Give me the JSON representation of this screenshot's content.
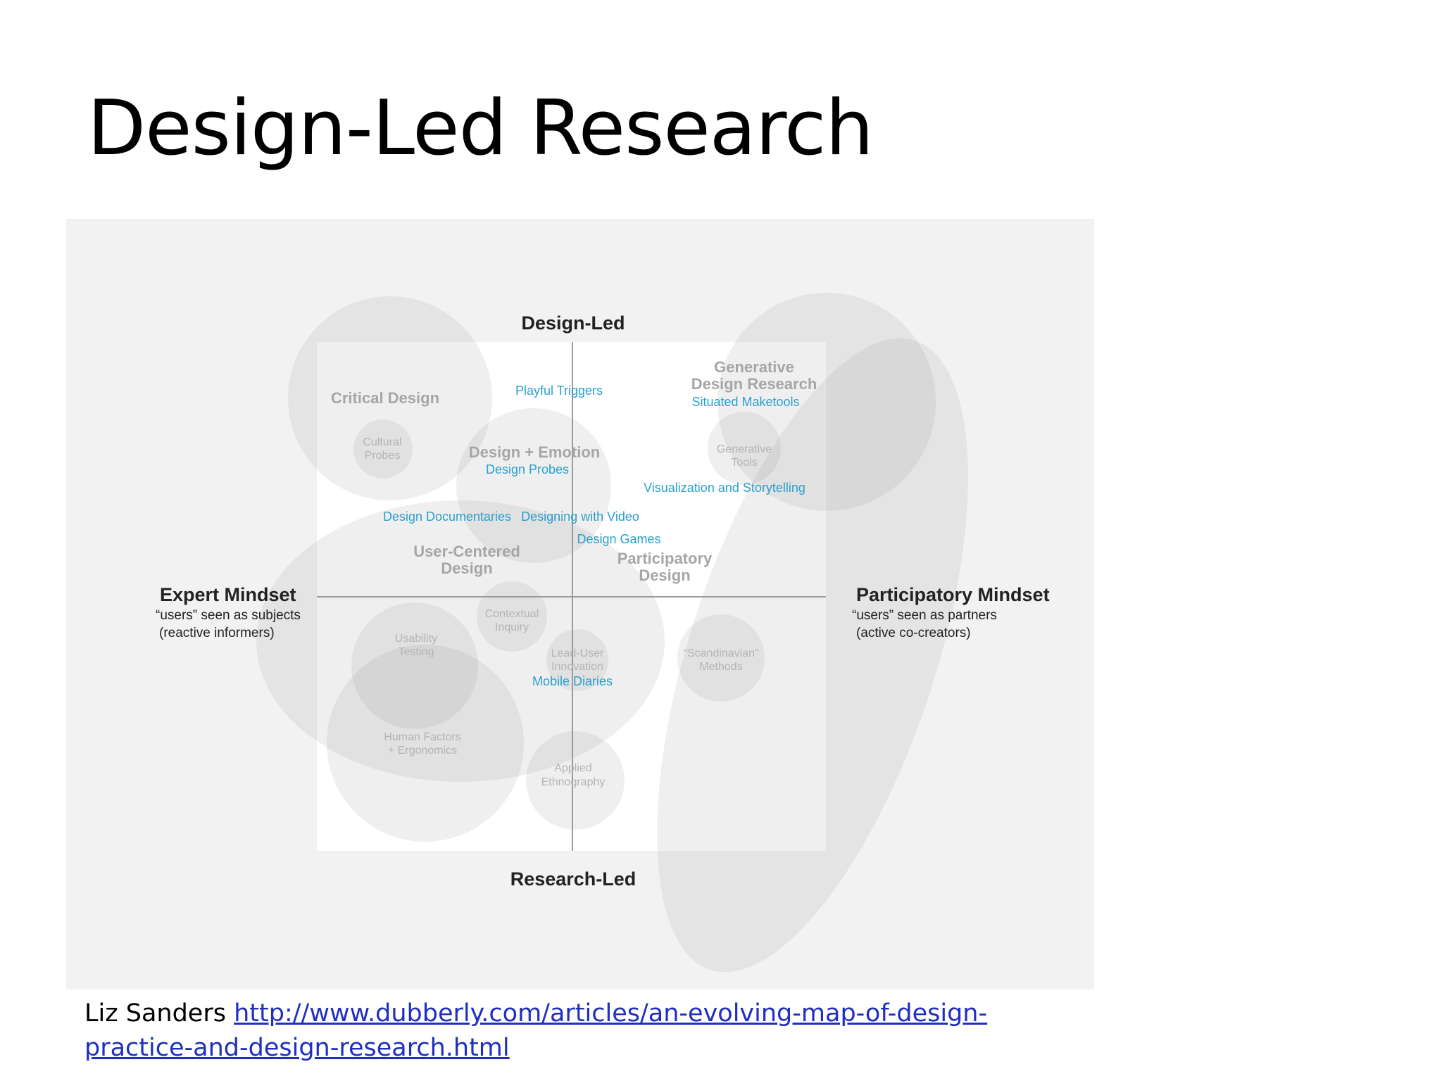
{
  "slide": {
    "title": "Design-Led Research"
  },
  "diagram": {
    "axes": {
      "top": "Design-Led",
      "bottom": "Research-Led",
      "left": {
        "title": "Expert Mindset",
        "line1": "“users” seen as subjects",
        "line2": "(reactive informers)"
      },
      "right": {
        "title": "Participatory Mindset",
        "line1": "“users” seen as partners",
        "line2": "(active co-creators)"
      }
    },
    "areas": {
      "critical_design": "Critical Design",
      "cultural_probes": [
        "Cultural",
        "Probes"
      ],
      "design_emotion": "Design + Emotion",
      "generative_design_research": [
        "Generative",
        "Design Research"
      ],
      "generative_tools": [
        "Generative",
        "Tools"
      ],
      "user_centered_design": [
        "User-Centered",
        "Design"
      ],
      "participatory_design": [
        "Participatory",
        "Design"
      ],
      "contextual_inquiry": [
        "Contextual",
        "Inquiry"
      ],
      "usability_testing": [
        "Usability",
        "Testing"
      ],
      "lead_user_innovation": [
        "Lead-User",
        "Innovation"
      ],
      "scandinavian_methods": [
        "“Scandinavian”",
        "Methods"
      ],
      "human_factors": [
        "Human Factors",
        "+ Ergonomics"
      ],
      "applied_ethnography": [
        "Applied",
        "Ethnography"
      ]
    },
    "methods": {
      "playful_triggers": "Playful Triggers",
      "situated_maketools": "Situated Maketools",
      "design_probes": "Design Probes",
      "visualization_storytelling": "Visualization and Storytelling",
      "design_documentaries": "Design Documentaries",
      "designing_with_video": "Designing with Video",
      "design_games": "Design Games",
      "mobile_diaries": "Mobile Diaries"
    },
    "colors": {
      "method_text": "#2a9fd0",
      "area_text": "#a6a6a6",
      "axis_text": "#222222",
      "background": "#f2f2f2"
    }
  },
  "caption": {
    "author": "Liz Sanders",
    "link_line1": "http://www.dubberly.com/articles/an-evolving-map-of-design-",
    "link_line2": "practice-and-design-research.html"
  }
}
